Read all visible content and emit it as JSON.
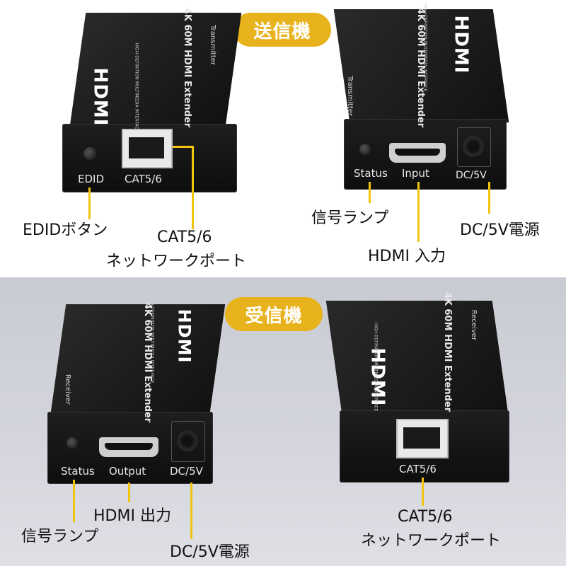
{
  "sections": {
    "transmitter_title": "送信機",
    "receiver_title": "受信機"
  },
  "device_text": {
    "product": "4K 60M HDMI Extender",
    "logo": "HDMI",
    "logo_sub": "HIGH-DEFINITION MULTIMEDIA INTERFACE",
    "transmitter": "Transmitter",
    "receiver": "Receiver"
  },
  "ports": {
    "edid": "EDID",
    "cat": "CAT5/6",
    "status": "Status",
    "input": "Input",
    "output": "Output",
    "dc": "DC/5V"
  },
  "callouts": {
    "edid_button": "EDIDボタン",
    "cat_line1": "CAT5/6",
    "cat_line2": "ネットワークポート",
    "signal_lamp": "信号ランプ",
    "dc_power": "DC/5V電源",
    "hdmi_input": "HDMI 入力",
    "hdmi_output": "HDMI 出力"
  },
  "colors": {
    "accent": "#e8b21c",
    "callout_line": "#f1c40f",
    "device_body": "#151515",
    "bottom_bg": "#cdced6"
  }
}
